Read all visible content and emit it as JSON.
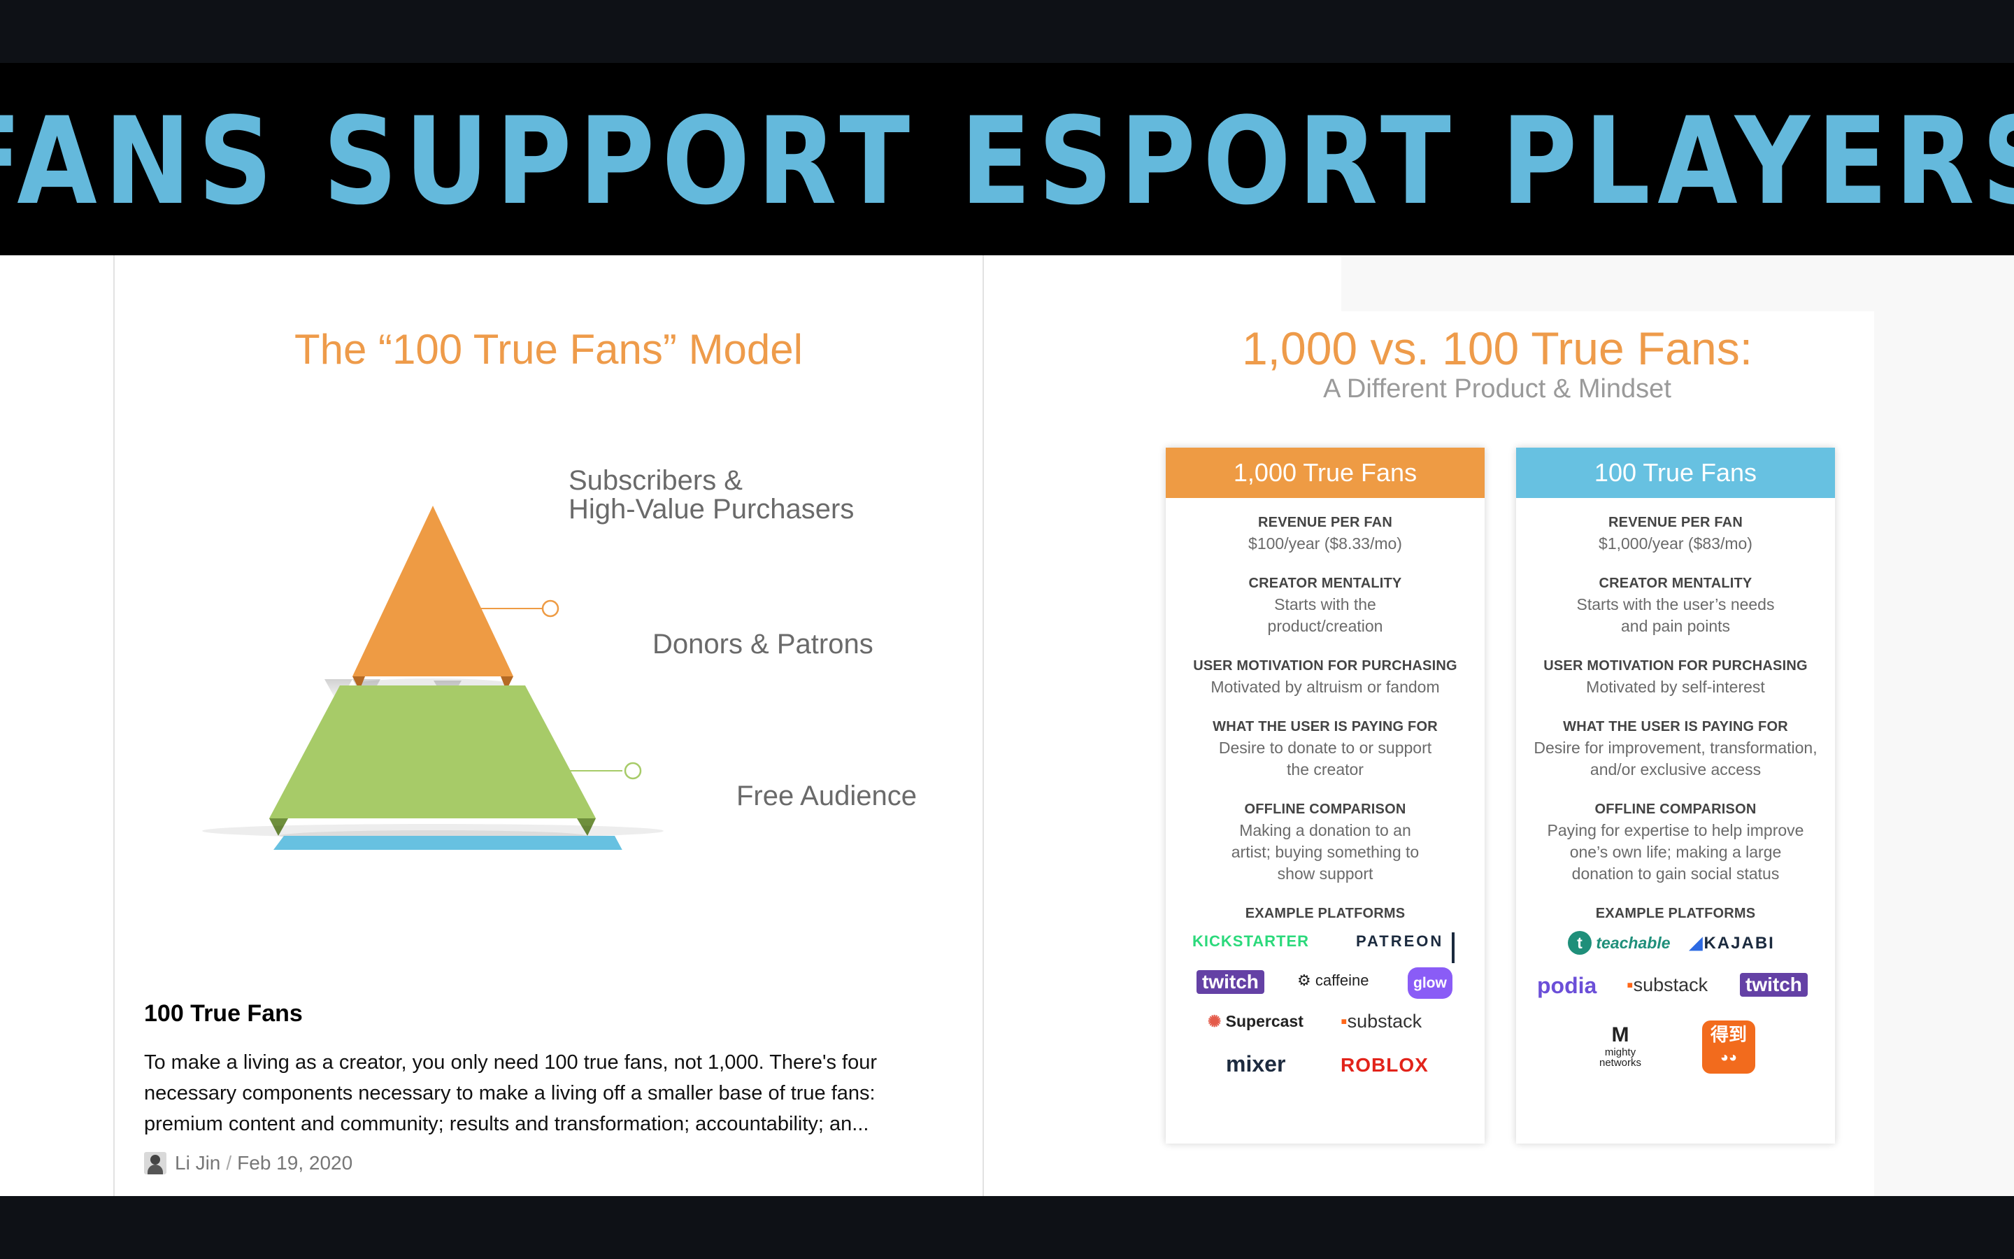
{
  "banner": {
    "title": "FANS SUPPORT ESPORT PLAYERS"
  },
  "pyramid": {
    "title": "The “100 True Fans” Model",
    "levels": [
      {
        "lines": [
          "Subscribers &",
          "High-Value Purchasers"
        ],
        "color": "#ee9b44"
      },
      {
        "lines": [
          "Donors & Patrons"
        ],
        "color": "#a7cb68"
      },
      {
        "lines": [
          "Free Audience"
        ],
        "color": "#67c1e1"
      }
    ]
  },
  "article": {
    "title": "100 True Fans",
    "description": "To make a living as a creator, you only need 100 true fans, not 1,000. There's four necessary components necessary to make a living off a smaller base of true fans: premium content and community; results and transformation; accountability; an...",
    "author": "Li Jin",
    "separator": "/",
    "date": "Feb 19, 2020"
  },
  "comparison": {
    "title": "1,000 vs. 100 True Fans:",
    "subtitle": "A Different Product & Mindset",
    "cards": [
      {
        "header": "1,000 True Fans",
        "color": "#ee9b44",
        "sections": [
          {
            "label": "REVENUE PER FAN",
            "value": "$100/year ($8.33/mo)"
          },
          {
            "label": "CREATOR MENTALITY",
            "value": "Starts with the product/creation"
          },
          {
            "label": "USER MOTIVATION FOR PURCHASING",
            "value": "Motivated by altruism or fandom"
          },
          {
            "label": "WHAT THE USER IS PAYING FOR",
            "value": "Desire to donate to or support the creator"
          },
          {
            "label": "OFFLINE COMPARISON",
            "value": "Making a donation to an artist; buying something to show support"
          }
        ],
        "platforms_label": "EXAMPLE PLATFORMS",
        "platforms": [
          "KICKSTARTER",
          "PATREON",
          "twitch",
          "caffeine",
          "glow",
          "Supercast",
          "substack",
          "mixer",
          "ROBLOX"
        ]
      },
      {
        "header": "100 True Fans",
        "color": "#67c1e1",
        "sections": [
          {
            "label": "REVENUE PER FAN",
            "value": "$1,000/year ($83/mo)"
          },
          {
            "label": "CREATOR MENTALITY",
            "value": "Starts with the user’s needs and pain points"
          },
          {
            "label": "USER MOTIVATION FOR PURCHASING",
            "value": "Motivated by self-interest"
          },
          {
            "label": "WHAT THE USER IS PAYING FOR",
            "value": "Desire for improvement, transformation, and/or exclusive access"
          },
          {
            "label": "OFFLINE COMPARISON",
            "value": "Paying for expertise to help improve one’s own life; making a large donation to gain social status"
          }
        ],
        "platforms_label": "EXAMPLE PLATFORMS",
        "platforms": [
          "teachable",
          "KAJABI",
          "podia",
          "substack",
          "twitch",
          "mighty networks",
          "得到"
        ]
      }
    ]
  }
}
